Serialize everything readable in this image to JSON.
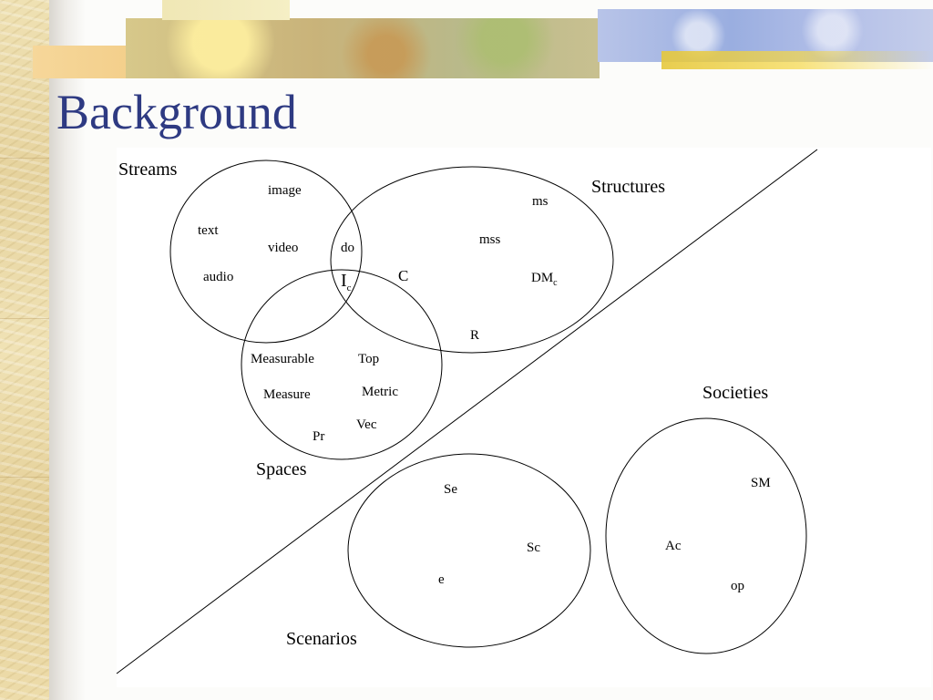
{
  "slide": {
    "title": "Background"
  },
  "diagram": {
    "groups": {
      "streams": "Streams",
      "structures": "Structures",
      "spaces": "Spaces",
      "societies": "Societies",
      "scenarios": "Scenarios"
    },
    "items": {
      "image": "image",
      "text": "text",
      "video": "video",
      "audio": "audio",
      "do": "do",
      "ms": "ms",
      "mss": "mss",
      "c": "C",
      "dm": "DM",
      "dm_sub": "c",
      "ic": "I",
      "ic_sub": "c",
      "r": "R",
      "measurable": "Measurable",
      "top": "Top",
      "measure": "Measure",
      "metric": "Metric",
      "vec": "Vec",
      "pr": "Pr",
      "se": "Se",
      "sc": "Sc",
      "e": "e",
      "sm": "SM",
      "ac": "Ac",
      "op": "op"
    }
  }
}
